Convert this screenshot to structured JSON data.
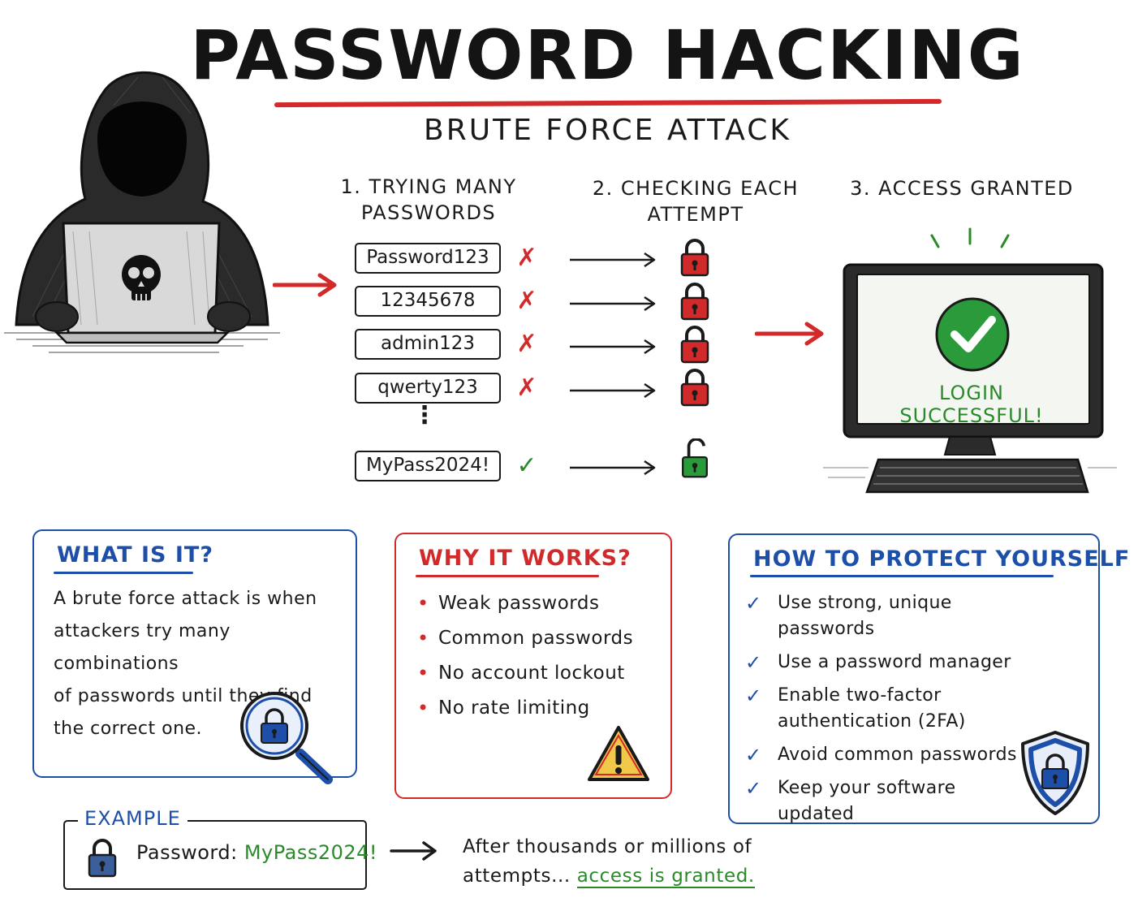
{
  "header": {
    "title": "PASSWORD HACKING",
    "subtitle": "BRUTE FORCE ATTACK"
  },
  "steps": {
    "step1_line1": "1. TRYING MANY",
    "step1_line2": "PASSWORDS",
    "step2_line1": "2. CHECKING EACH",
    "step2_line2": "ATTEMPT",
    "step3": "3. ACCESS GRANTED"
  },
  "attempts": [
    {
      "password": "Password123",
      "result": "fail",
      "mark": "✗"
    },
    {
      "password": "12345678",
      "result": "fail",
      "mark": "✗"
    },
    {
      "password": "admin123",
      "result": "fail",
      "mark": "✗"
    },
    {
      "password": "qwerty123",
      "result": "fail",
      "mark": "✗"
    },
    {
      "password": "MyPass2024!",
      "result": "success",
      "mark": "✓"
    }
  ],
  "dots": "⋮",
  "monitor": {
    "message": "LOGIN SUCCESSFUL!"
  },
  "what_is_it": {
    "title": "WHAT IS IT?",
    "lines": [
      "A brute force attack is when",
      "attackers try many combinations",
      "of passwords until they find",
      "the correct one."
    ]
  },
  "why_it_works": {
    "title": "WHY IT WORKS?",
    "items": [
      "Weak passwords",
      "Common passwords",
      "No account lockout",
      "No rate limiting"
    ]
  },
  "protect": {
    "title": "HOW TO PROTECT YOURSELF",
    "items": [
      "Use strong, unique passwords",
      "Use a password manager",
      "Enable two-factor authentication (2FA)",
      "Avoid common passwords",
      "Keep your software updated"
    ]
  },
  "example": {
    "label": "EXAMPLE",
    "password_label": "Password: ",
    "password_value": "MyPass2024!",
    "after_text": "After thousands or millions of attempts... ",
    "after_highlight": "access is granted."
  },
  "icons": {
    "hacker": "hooded-hacker-icon",
    "skull": "skull-icon",
    "lock_closed": "lock-closed-icon",
    "lock_open": "lock-open-icon",
    "monitor": "computer-monitor-icon",
    "check": "check-circle-icon",
    "magnifier": "magnifier-lock-icon",
    "warning": "warning-triangle-icon",
    "shield": "shield-lock-icon"
  },
  "colors": {
    "red": "#d22a2a",
    "green": "#2a8a2a",
    "blue": "#1d4fa8",
    "ink": "#1a1a1a"
  }
}
